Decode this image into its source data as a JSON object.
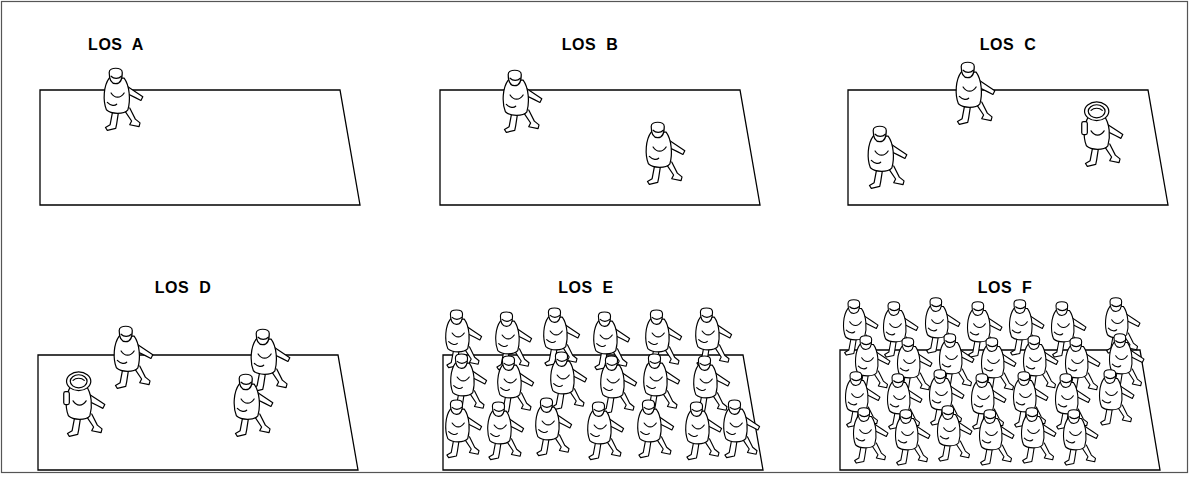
{
  "diagram": {
    "nodes": [
      {
        "text": [
          "LOS A"
        ]
      },
      {
        "text": [
          "LOS B"
        ]
      },
      {
        "text": [
          "LOS C"
        ]
      },
      {
        "text": [
          "LOS D"
        ]
      },
      {
        "text": [
          "LOS E"
        ]
      },
      {
        "text": [
          "LOS F"
        ]
      }
    ]
  }
}
